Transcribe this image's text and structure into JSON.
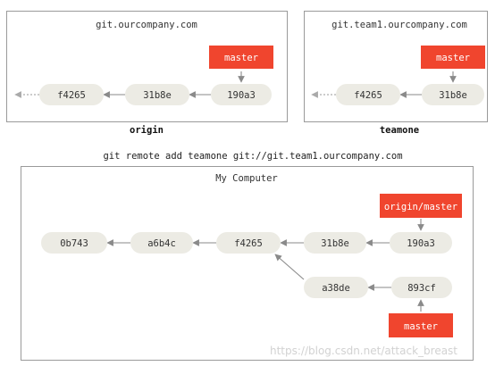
{
  "origin": {
    "title": "git.ourcompany.com",
    "caption": "origin",
    "commits": [
      "f4265",
      "31b8e",
      "190a3"
    ],
    "refs": [
      "master"
    ]
  },
  "teamone": {
    "title": "git.team1.ourcompany.com",
    "caption": "teamone",
    "commits": [
      "f4265",
      "31b8e"
    ],
    "refs": [
      "master"
    ]
  },
  "command": "git remote add teamone git://git.team1.ourcompany.com",
  "computer": {
    "title": "My Computer",
    "commits": [
      "0b743",
      "a6b4c",
      "f4265",
      "31b8e",
      "190a3",
      "a38de",
      "893cf"
    ],
    "refs": [
      "origin/master",
      "master"
    ]
  },
  "watermark": "https://blog.csdn.net/attack_breast",
  "colors": {
    "ref": "#f0452e",
    "commit": "#ecebe4",
    "edge": "#8a8a8a"
  }
}
